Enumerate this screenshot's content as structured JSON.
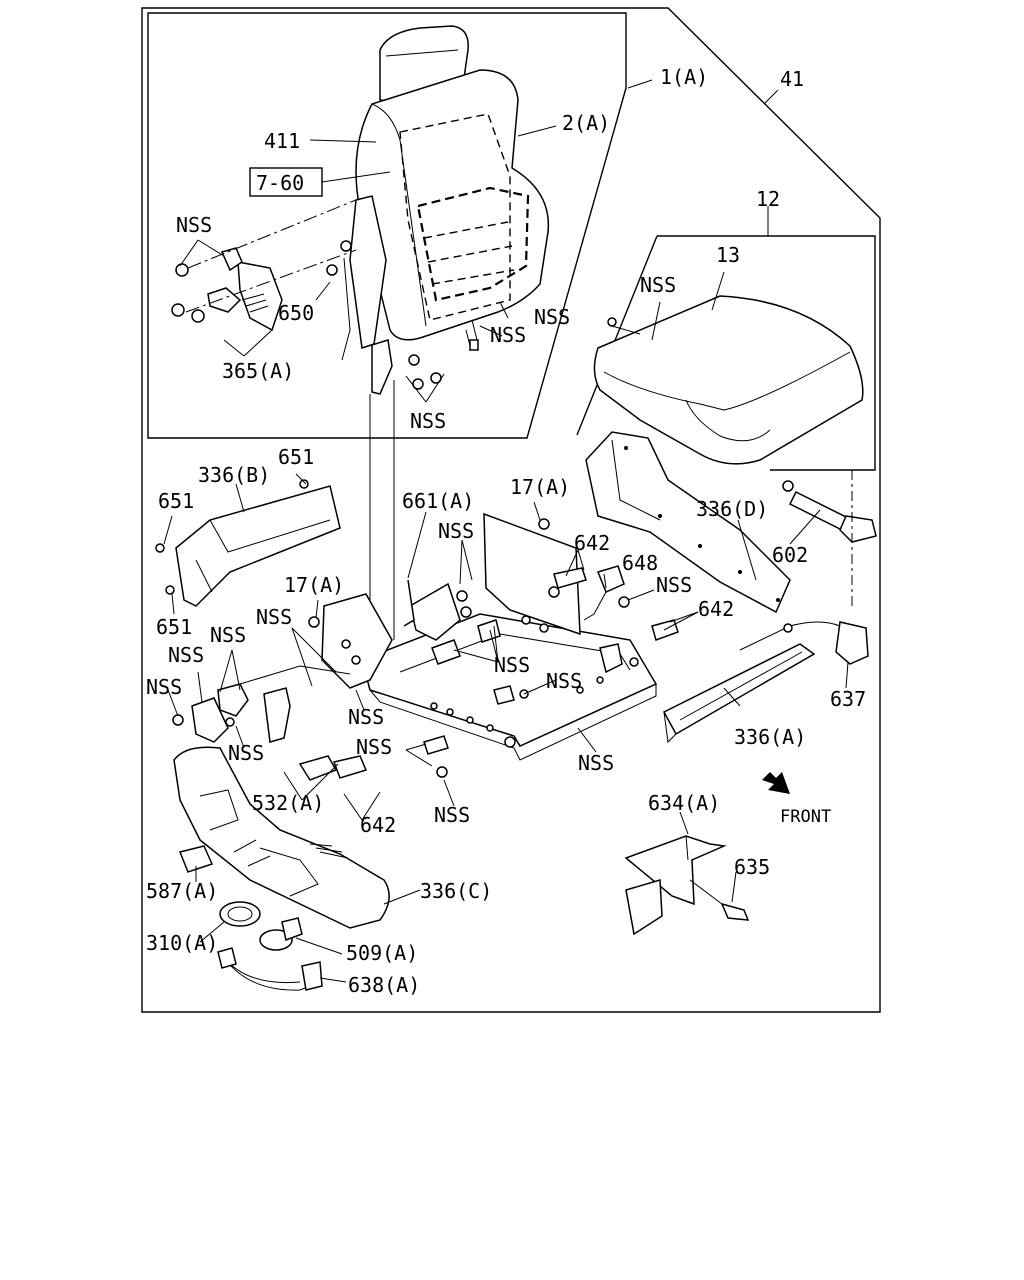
{
  "labels": {
    "l_1a": "1(A)",
    "l_41": "41",
    "l_2a": "2(A)",
    "l_411": "411",
    "l_760": "7-60",
    "l_nss_a": "NSS",
    "l_650": "650",
    "l_365a": "365(A)",
    "l_nss_b": "NSS",
    "l_nss_c": "NSS",
    "l_nss_d": "NSS",
    "l_12": "12",
    "l_13": "13",
    "l_nss_e": "NSS",
    "l_336b": "336(B)",
    "l_651a": "651",
    "l_651b": "651",
    "l_651c": "651",
    "l_661a": "661(A)",
    "l_17a_1": "17(A)",
    "l_nss_f": "NSS",
    "l_642a": "642",
    "l_336d": "336(D)",
    "l_648": "648",
    "l_nss_g": "NSS",
    "l_602": "602",
    "l_17a_2": "17(A)",
    "l_642b": "642",
    "l_nss_h": "NSS",
    "l_nss_i": "NSS",
    "l_nss_j": "NSS",
    "l_nss_k": "NSS",
    "l_nss_l": "NSS",
    "l_nss_m": "NSS",
    "l_nss_n": "NSS",
    "l_637": "637",
    "l_nss_o": "NSS",
    "l_336a": "336(A)",
    "l_nss_p": "NSS",
    "l_nss_q": "NSS",
    "l_front": "FRONT",
    "l_532a": "532(A)",
    "l_642c": "642",
    "l_nss_r": "NSS",
    "l_634a": "634(A)",
    "l_635": "635",
    "l_587a": "587(A)",
    "l_336c": "336(C)",
    "l_310a": "310(A)",
    "l_509a": "509(A)",
    "l_638a": "638(A)"
  }
}
